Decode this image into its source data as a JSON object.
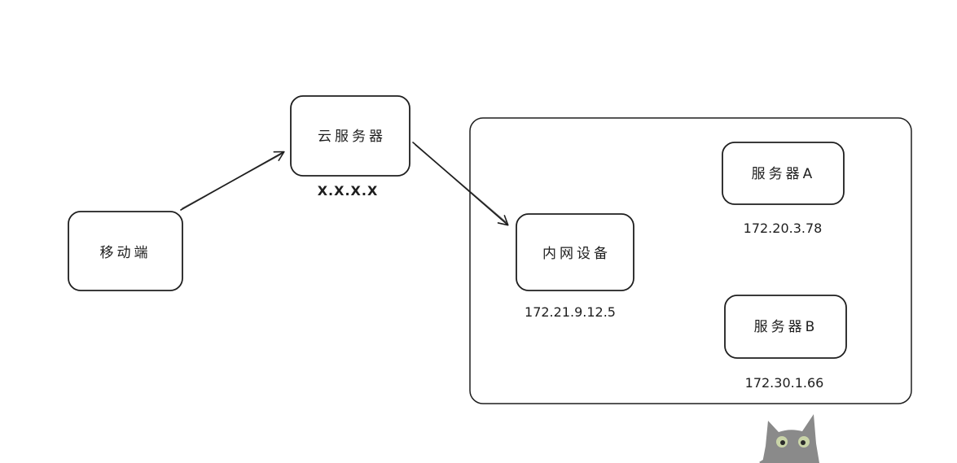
{
  "nodes": {
    "mobile": {
      "label": "移动端"
    },
    "cloud": {
      "label": "云服务器",
      "ip": "X.X.X.X"
    },
    "intranet": {
      "label": "内网设备",
      "ip": "172.21.9.12.5"
    },
    "server_a": {
      "label": "服务器A",
      "ip": "172.20.3.78"
    },
    "server_b": {
      "label": "服务器B",
      "ip": "172.30.1.66"
    }
  },
  "colors": {
    "stroke": "#1e1e1e",
    "background": "#ffffff",
    "mascot": "#8a8a8a"
  },
  "icons": {
    "mascot": "cat-peeking-icon"
  }
}
